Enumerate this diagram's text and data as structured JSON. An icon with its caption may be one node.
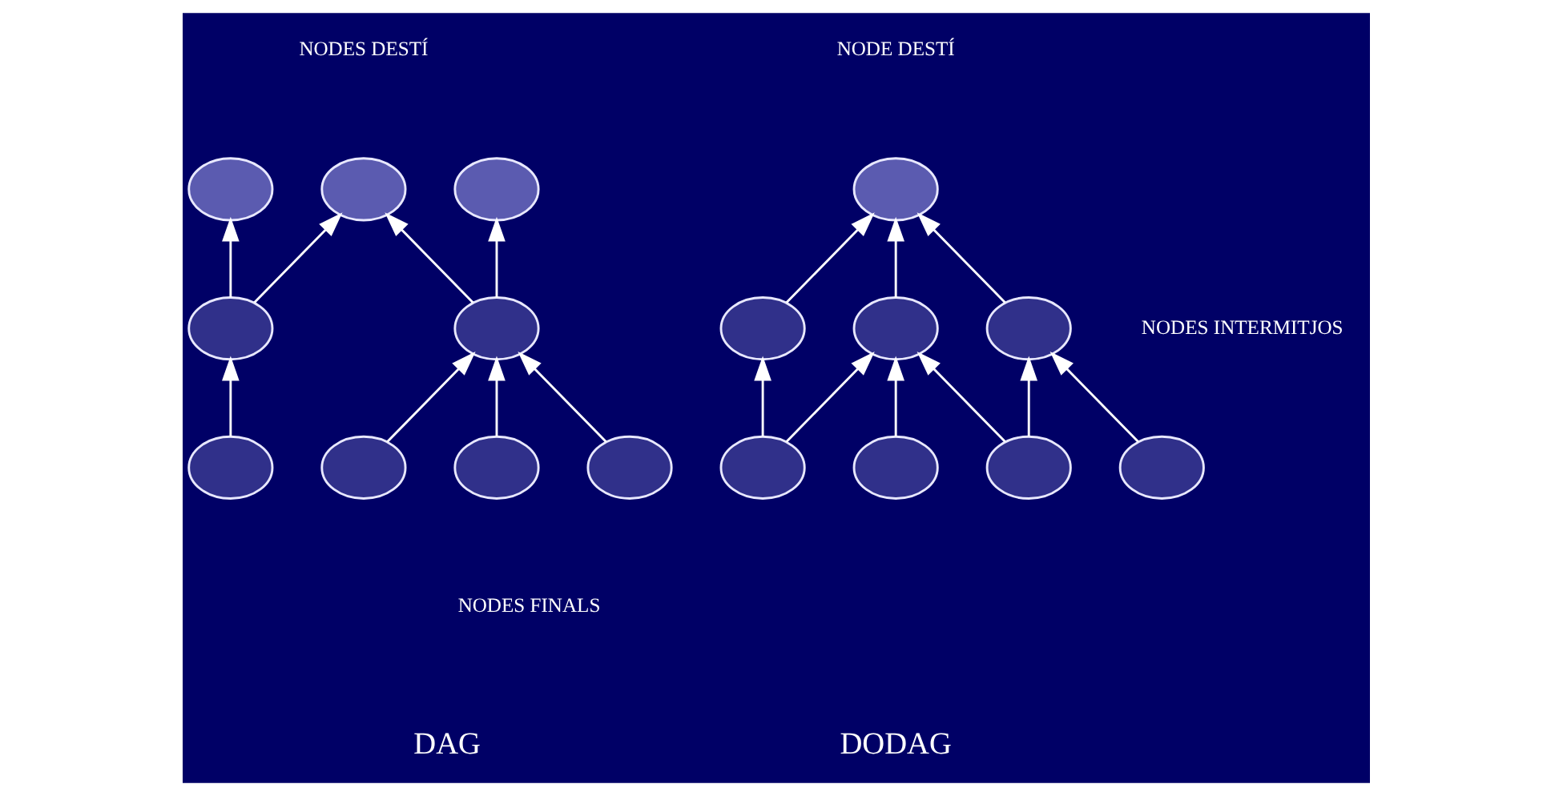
{
  "diagram": {
    "nodes": [
      {
        "text": [],
        "shape": "ellipse"
      },
      {
        "text": [],
        "shape": "ellipse"
      },
      {
        "text": [],
        "shape": "ellipse"
      },
      {
        "text": [],
        "shape": "ellipse"
      },
      {
        "text": [],
        "shape": "ellipse"
      },
      {
        "text": [],
        "shape": "ellipse"
      },
      {
        "text": [],
        "shape": "ellipse"
      },
      {
        "text": [],
        "shape": "ellipse"
      },
      {
        "text": [],
        "shape": "ellipse"
      },
      {
        "text": [],
        "shape": "ellipse"
      },
      {
        "text": [],
        "shape": "ellipse"
      },
      {
        "text": [],
        "shape": "ellipse"
      },
      {
        "text": [],
        "shape": "ellipse"
      },
      {
        "text": [],
        "shape": "ellipse"
      },
      {
        "text": [],
        "shape": "ellipse"
      },
      {
        "text": [],
        "shape": "ellipse"
      },
      {
        "text": [],
        "shape": "ellipse"
      }
    ],
    "edges": [
      {
        "from": 3,
        "to": 0,
        "arrow": "to"
      },
      {
        "from": 3,
        "to": 1,
        "arrow": "to"
      },
      {
        "from": 4,
        "to": 1,
        "arrow": "to"
      },
      {
        "from": 4,
        "to": 2,
        "arrow": "to"
      },
      {
        "from": 5,
        "to": 3,
        "arrow": "to"
      },
      {
        "from": 6,
        "to": 4,
        "arrow": "to"
      },
      {
        "from": 7,
        "to": 4,
        "arrow": "to"
      },
      {
        "from": 8,
        "to": 4,
        "arrow": "to"
      },
      {
        "from": 10,
        "to": 9,
        "arrow": "to"
      },
      {
        "from": 11,
        "to": 9,
        "arrow": "to"
      },
      {
        "from": 12,
        "to": 9,
        "arrow": "to"
      },
      {
        "from": 13,
        "to": 10,
        "arrow": "to"
      },
      {
        "from": 13,
        "to": 11,
        "arrow": "to"
      },
      {
        "from": 14,
        "to": 11,
        "arrow": "to"
      },
      {
        "from": 15,
        "to": 11,
        "arrow": "to"
      },
      {
        "from": 15,
        "to": 12,
        "arrow": "to"
      },
      {
        "from": 16,
        "to": 12,
        "arrow": "to"
      }
    ],
    "labels": [
      "NODES DESTÍ",
      "NODE DESTÍ",
      "NODES INTERMITJOS",
      "NODES FINALS",
      "DAG",
      "DODAG"
    ]
  }
}
